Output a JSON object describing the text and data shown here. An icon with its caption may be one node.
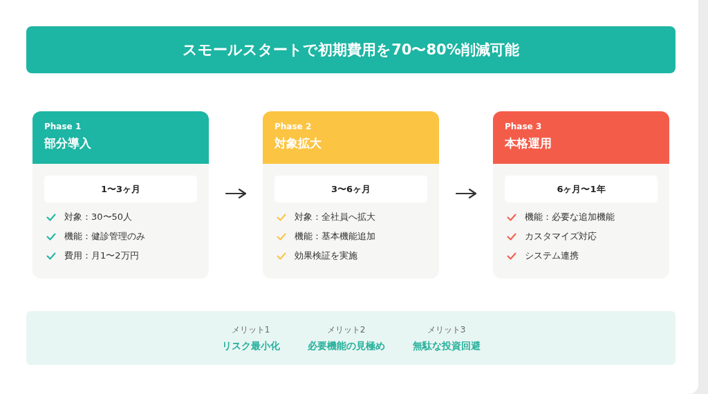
{
  "diagram": {
    "nodes": [
      {
        "text": [
          "スモールスタートで初期費用を70〜80%削減可能"
        ]
      },
      {
        "text": [
          "Phase 1",
          "部分導入",
          "対象：30〜50人",
          "機能：健診管理のみ",
          "費用：月1〜2万円"
        ]
      },
      {
        "text": [
          "1〜3ヶ月"
        ],
        "in": 1
      },
      {
        "text": [
          "Phase 2",
          "対象拡大",
          "対象：全社員へ拡大",
          "機能：基本機能追加",
          "効果検証を実施"
        ]
      },
      {
        "text": [
          "3〜6ヶ月"
        ],
        "in": 3
      },
      {
        "text": [
          "Phase 3",
          "本格運用",
          "機能：必要な追加機能",
          "カスタマイズ対応",
          "システム連携"
        ]
      },
      {
        "text": [
          "6ヶ月〜1年"
        ],
        "in": 5
      },
      {
        "text": [
          "メリット1",
          "リスク最小化",
          "メリット2",
          "必要機能の見極め",
          "メリット3",
          "無駄な投資回避"
        ]
      }
    ],
    "edges": [
      {
        "from": 1,
        "to": 3,
        "arrow": "to"
      },
      {
        "from": 3,
        "to": 5,
        "arrow": "to"
      }
    ]
  }
}
